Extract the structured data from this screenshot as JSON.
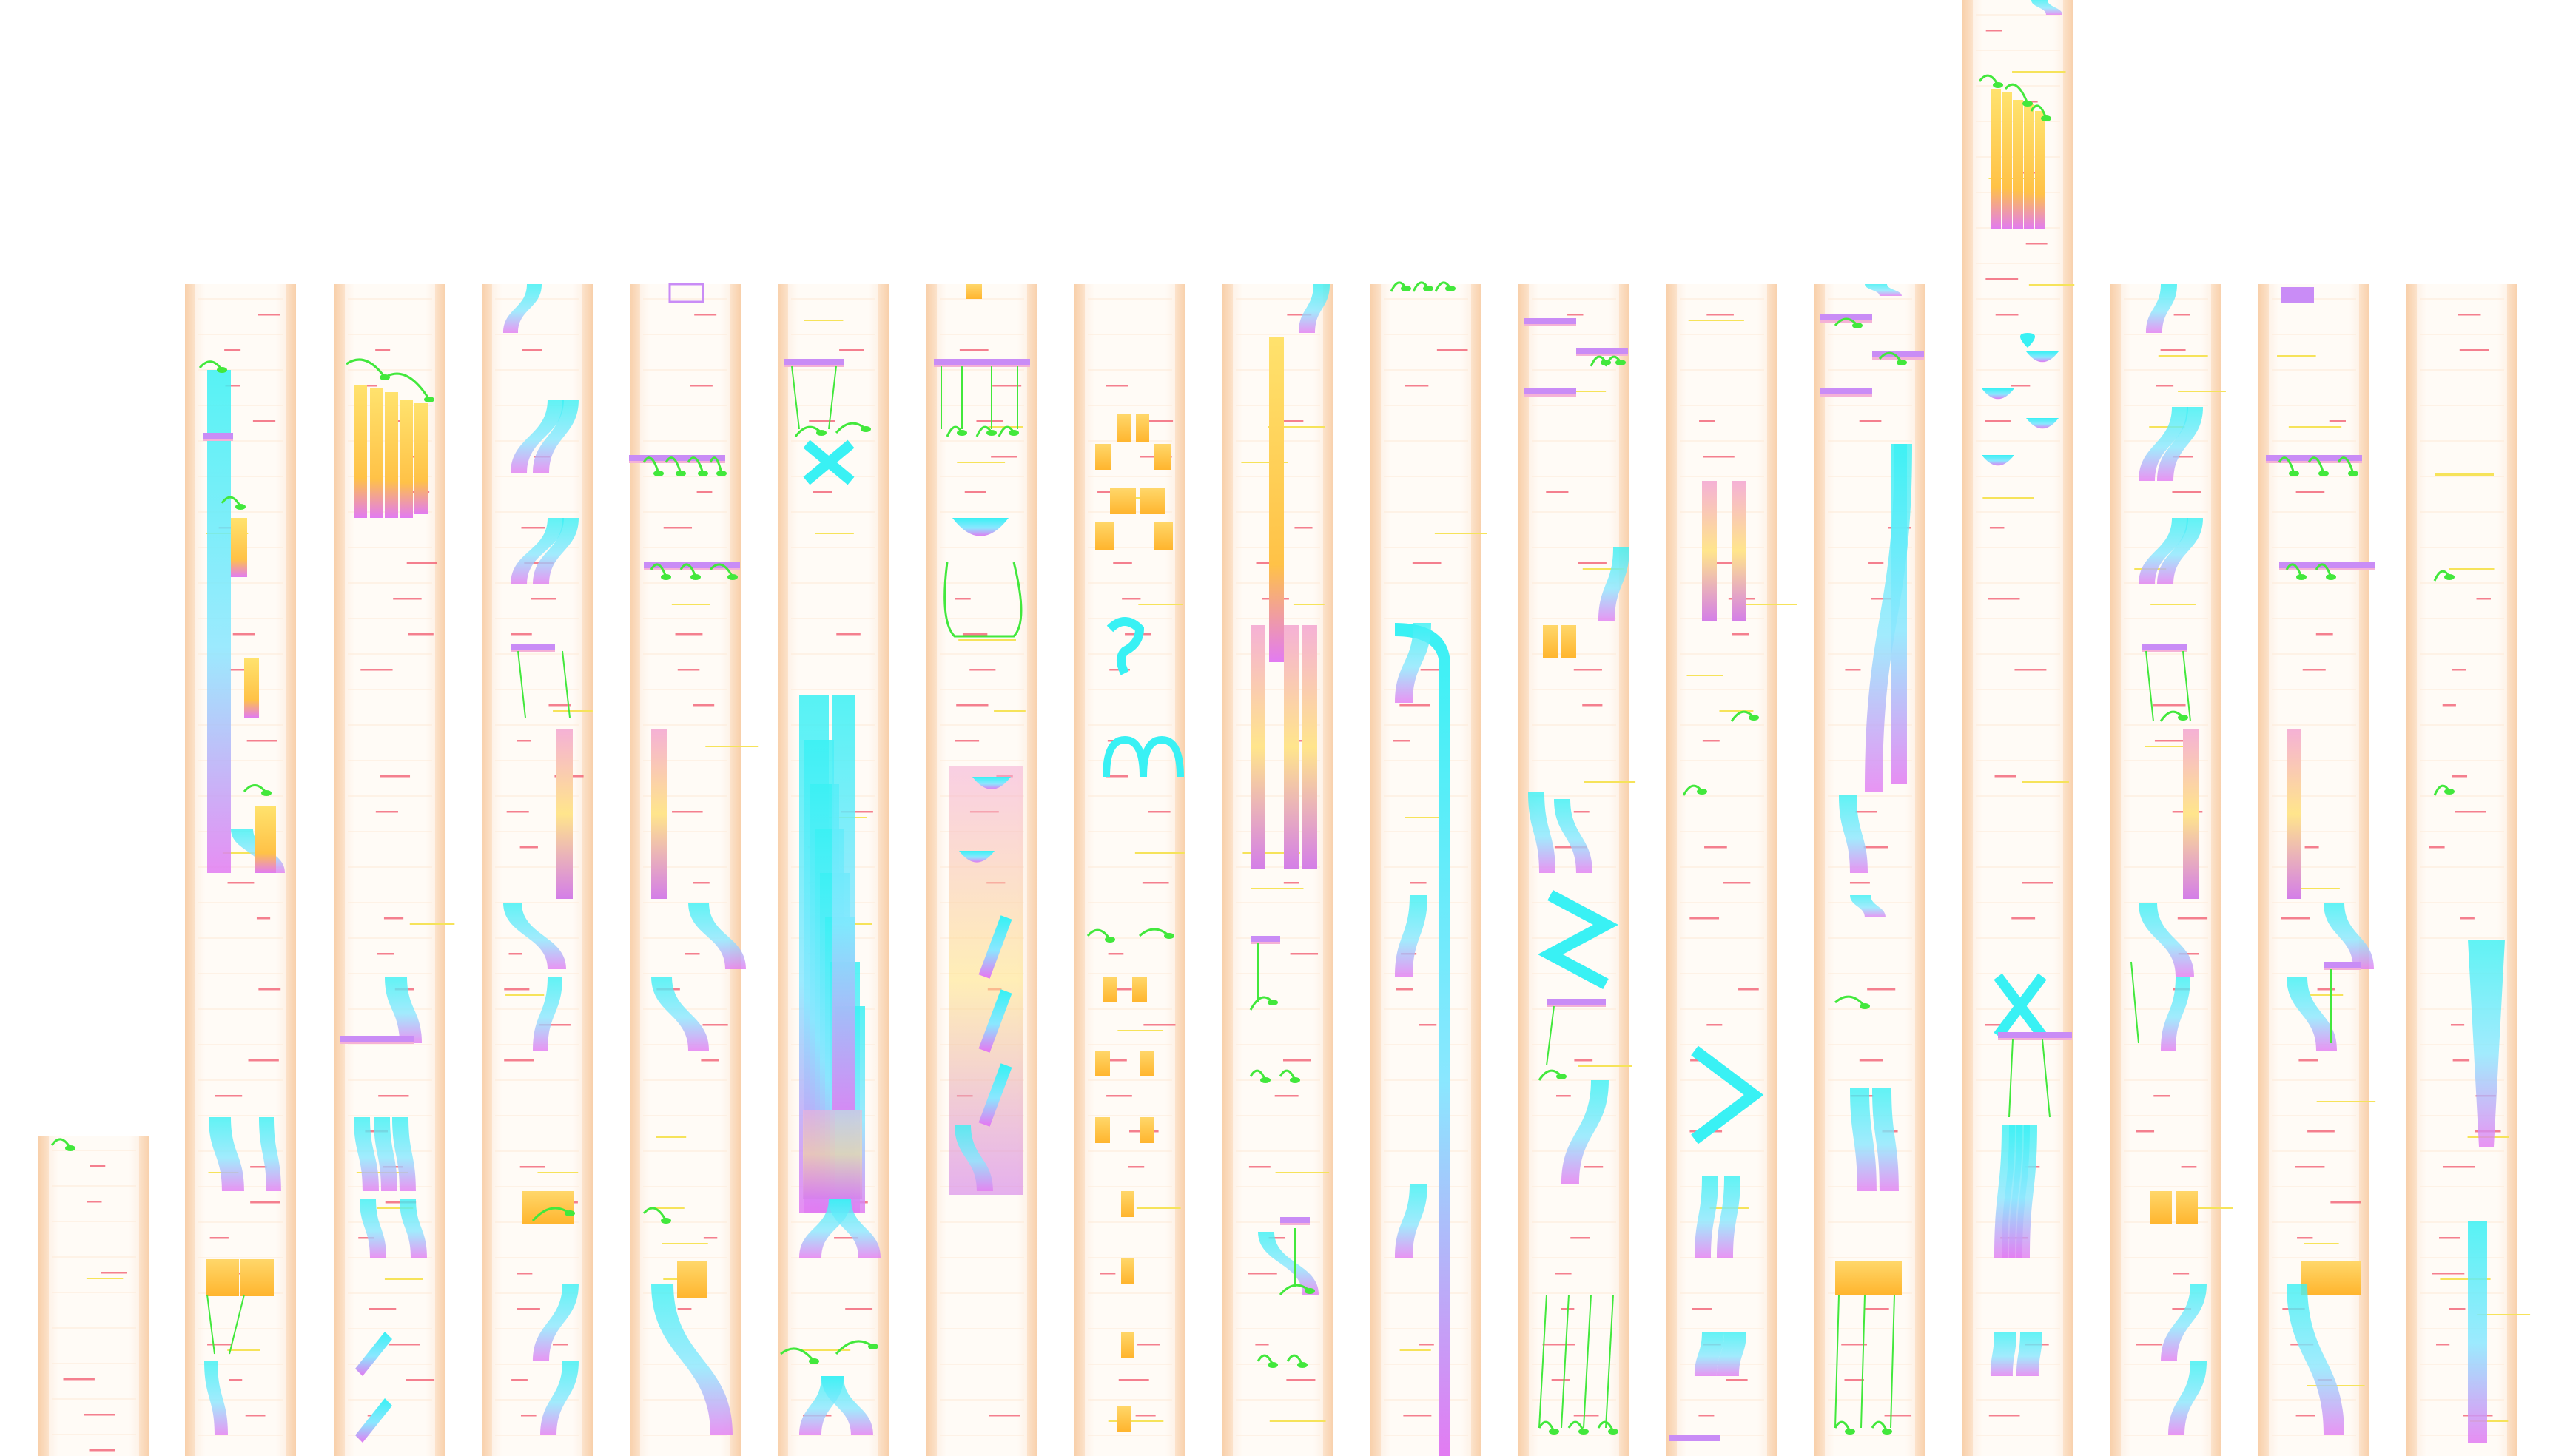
{
  "diagram": {
    "colors": {
      "background": "#ffffff",
      "column_edge": "#f7c79b",
      "column_fill": "#fff7ef",
      "flow_cyan": "#39f1f4",
      "flow_magenta": "#e27bf2",
      "flow_violet": "#c98cf6",
      "bar_orange": "#ffc247",
      "bar_yellow": "#ffe26d",
      "arc_green": "#42e83c",
      "label_red": "#f0566b",
      "label_yellow": "#f6e35a",
      "bar_pink": "#f5b1d6",
      "bar_rose": "#e99fcf"
    },
    "columns": [
      {
        "id": "c0",
        "kind": "short"
      },
      {
        "id": "c1",
        "kind": "flow"
      },
      {
        "id": "c2",
        "kind": "flow"
      },
      {
        "id": "c3",
        "kind": "flow"
      },
      {
        "id": "c4",
        "kind": "flow"
      },
      {
        "id": "c5",
        "kind": "flow"
      },
      {
        "id": "c6",
        "kind": "flow"
      },
      {
        "id": "c7",
        "kind": "blocks"
      },
      {
        "id": "c8",
        "kind": "flow"
      },
      {
        "id": "c9",
        "kind": "flow"
      },
      {
        "id": "c10",
        "kind": "flow"
      },
      {
        "id": "c11",
        "kind": "flow"
      },
      {
        "id": "c12",
        "kind": "flow"
      },
      {
        "id": "c13",
        "kind": "tall"
      },
      {
        "id": "c14",
        "kind": "flow"
      },
      {
        "id": "c15",
        "kind": "flow"
      },
      {
        "id": "c16",
        "kind": "flow"
      }
    ]
  }
}
